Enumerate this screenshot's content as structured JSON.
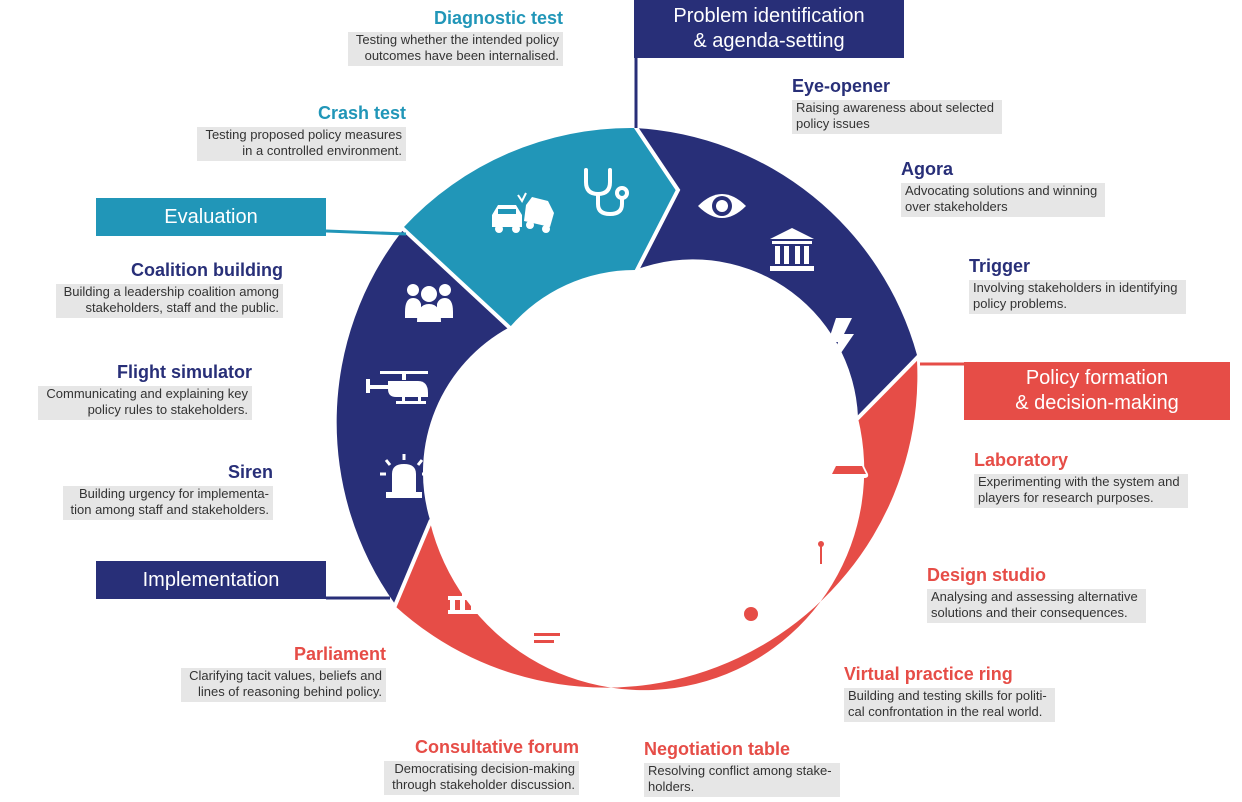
{
  "phases": {
    "problem": "Problem identification\n& agenda-setting",
    "policy": "Policy formation\n& decision-making",
    "evaluation": "Evaluation",
    "implementation": "Implementation"
  },
  "colors": {
    "navy": "#282f78",
    "red": "#e64d47",
    "teal": "#2196b8",
    "grey": "#e6e6e6"
  },
  "items": {
    "diagnostic": {
      "title": "Diagnostic test",
      "desc": "Testing whether the intended policy\noutcomes have been internalised.",
      "icon": "stethoscope-icon"
    },
    "crash": {
      "title": "Crash test",
      "desc": "Testing proposed policy measures\nin a controlled environment.",
      "icon": "car-crash-icon"
    },
    "eye": {
      "title": "Eye-opener",
      "desc": "Raising awareness about selected\npolicy issues",
      "icon": "eye-icon"
    },
    "agora": {
      "title": "Agora",
      "desc": "Advocating solutions and winning\nover stakeholders",
      "icon": "temple-icon"
    },
    "trigger": {
      "title": "Trigger",
      "desc": "Involving stakeholders in identifying\npolicy problems.",
      "icon": "lightning-icon"
    },
    "coalition": {
      "title": "Coalition building",
      "desc": "Building a leadership coalition among\nstakeholders, staff and the public.",
      "icon": "group-icon"
    },
    "flight": {
      "title": "Flight simulator",
      "desc": "Communicating and explaining key\npolicy rules to stakeholders.",
      "icon": "helicopter-icon"
    },
    "siren": {
      "title": "Siren",
      "desc": "Building urgency for implementa-\ntion among staff and stakeholders.",
      "icon": "siren-icon"
    },
    "laboratory": {
      "title": "Laboratory",
      "desc": "Experimenting with the system and\nplayers for research purposes.",
      "icon": "flask-icon"
    },
    "design": {
      "title": "Design studio",
      "desc": "Analysing and assessing alternative\nsolutions and their consequences.",
      "icon": "pen-nib-icon"
    },
    "vpr": {
      "title": "Virtual practice ring",
      "desc": "Building and testing skills for politi-\ncal confrontation in the real world.",
      "icon": "gear-icon"
    },
    "parliament": {
      "title": "Parliament",
      "desc": "Clarifying tacit values, beliefs and\nlines of reasoning behind policy.",
      "icon": "capitol-icon"
    },
    "consultative": {
      "title": "Consultative forum",
      "desc": "Democratising decision-making\nthrough stakeholder discussion.",
      "icon": "chat-icon"
    },
    "negotiation": {
      "title": "Negotiation table",
      "desc": "Resolving conflict among stake-\nholders.",
      "icon": "handshake-icon"
    }
  }
}
